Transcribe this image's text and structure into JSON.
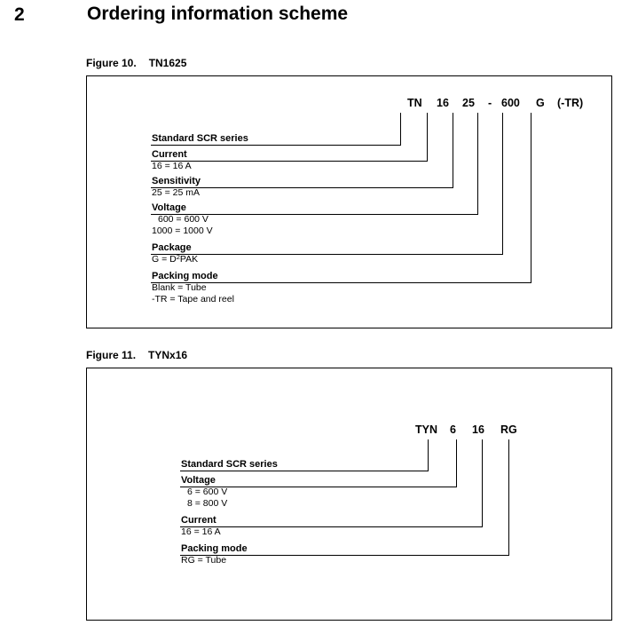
{
  "section": {
    "number": "2",
    "title": "Ordering information scheme"
  },
  "figures": [
    {
      "caption_label": "Figure 10.",
      "caption_name": "TN1625",
      "code_segments": [
        "TN",
        "16",
        "25",
        "-",
        "600",
        "G",
        "(-TR)"
      ],
      "entries": [
        {
          "title": "Standard SCR series",
          "values": []
        },
        {
          "title": "Current",
          "values": [
            "16 = 16 A"
          ]
        },
        {
          "title": "Sensitivity",
          "values": [
            "25 = 25 mA"
          ]
        },
        {
          "title": "Voltage",
          "values": [
            "600 = 600 V",
            "1000 = 1000 V"
          ]
        },
        {
          "title": "Package",
          "values": [
            "G = D2PAK"
          ]
        },
        {
          "title": "Packing mode",
          "values": [
            "Blank = Tube",
            "-TR = Tape and reel"
          ]
        }
      ]
    },
    {
      "caption_label": "Figure 11.",
      "caption_name": "TYNx16",
      "code_segments": [
        "TYN",
        "6",
        "16",
        "RG"
      ],
      "entries": [
        {
          "title": "Standard SCR series",
          "values": []
        },
        {
          "title": "Voltage",
          "values": [
            "6 = 600 V",
            "8 = 800 V"
          ]
        },
        {
          "title": "Current",
          "values": [
            "16 = 16 A"
          ]
        },
        {
          "title": "Packing mode",
          "values": [
            "RG = Tube"
          ]
        }
      ]
    }
  ]
}
